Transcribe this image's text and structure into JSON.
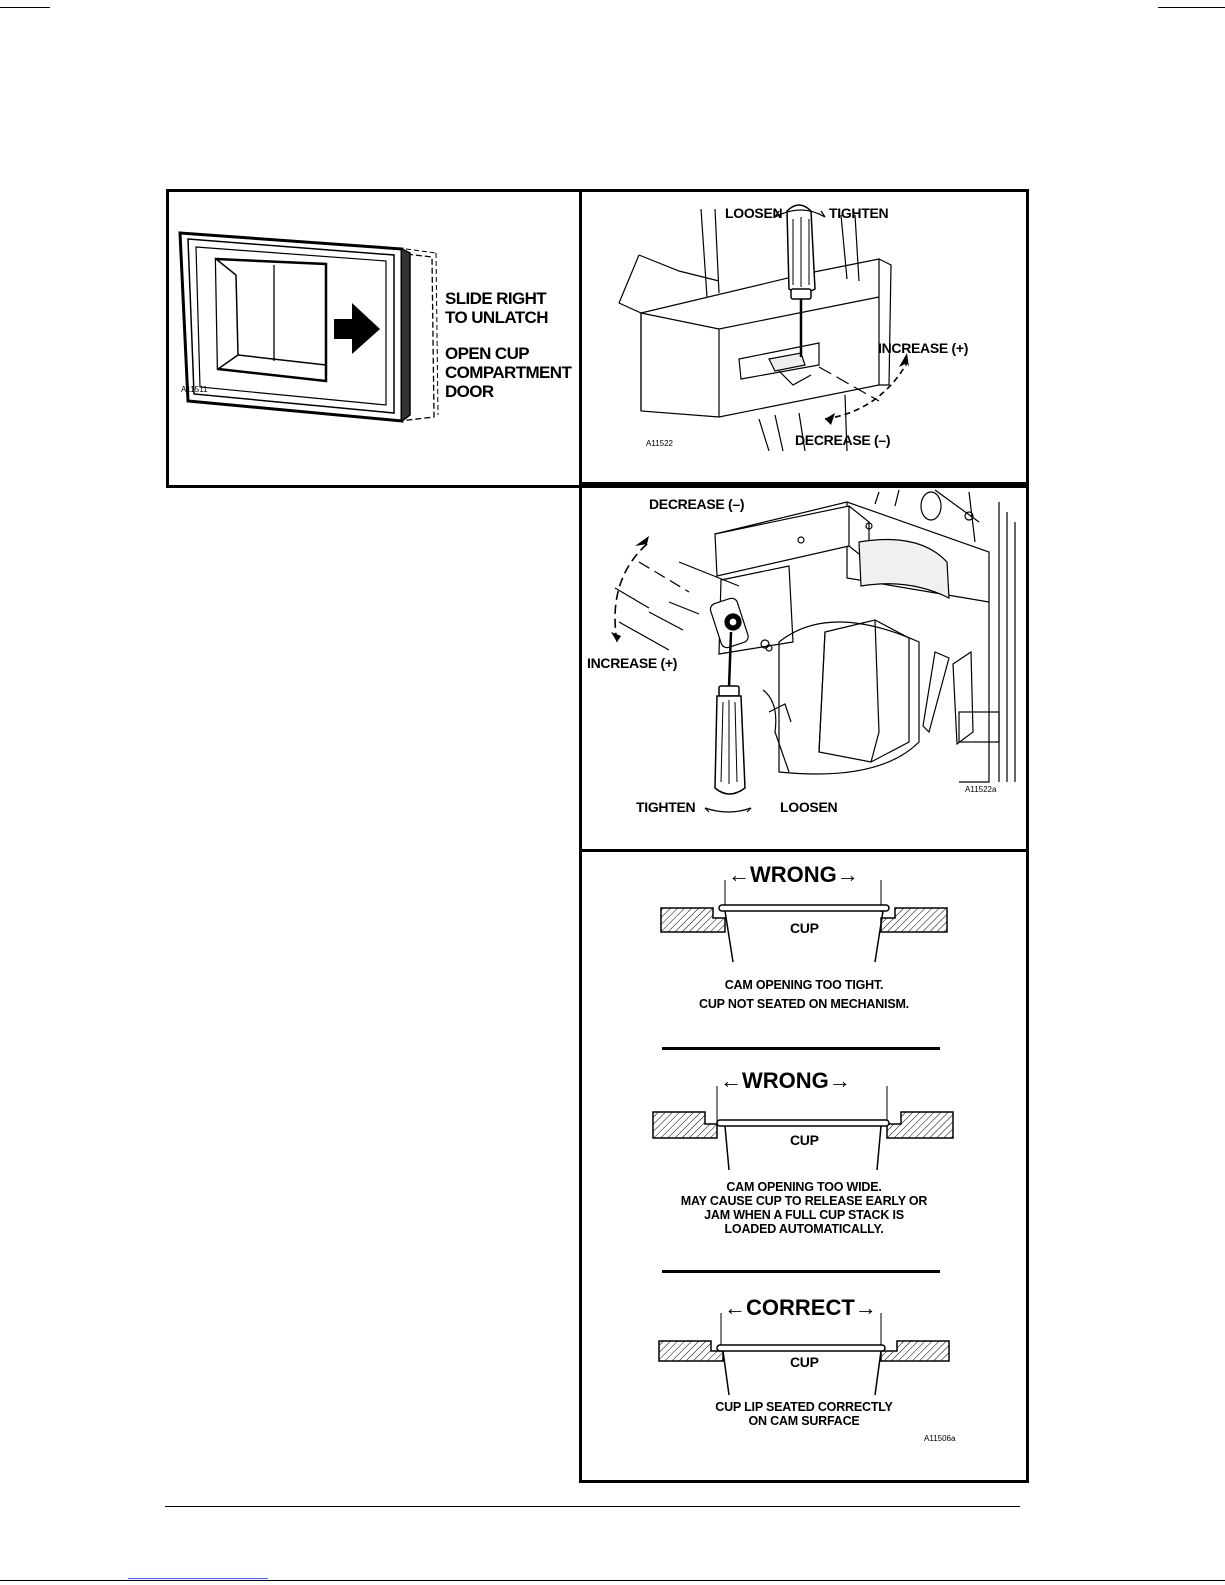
{
  "figure_door": {
    "slide_label": "SLIDE RIGHT\nTO UNLATCH",
    "open_label": "OPEN CUP\nCOMPARTMENT\nDOOR",
    "code": "A11511"
  },
  "figure_top": {
    "loosen": "LOOSEN",
    "tighten": "TIGHTEN",
    "increase": "INCREASE (+)",
    "decrease": "DECREASE (–)",
    "code": "A11522"
  },
  "figure_bottom": {
    "decrease": "DECREASE (–)",
    "increase": "INCREASE (+)",
    "tighten": "TIGHTEN",
    "loosen": "LOOSEN",
    "code": "A11522a"
  },
  "cup_diagrams": {
    "items": [
      {
        "heading": "WRONG",
        "cup": "CUP",
        "caption": "CAM OPENING TOO TIGHT.\nCUP NOT SEATED ON MECHANISM."
      },
      {
        "heading": "WRONG",
        "cup": "CUP",
        "caption": "CAM OPENING TOO WIDE.\nMAY CAUSE CUP TO RELEASE EARLY OR\nJAM WHEN A FULL CUP STACK IS\nLOADED AUTOMATICALLY."
      },
      {
        "heading": "CORRECT",
        "cup": "CUP",
        "caption": "CUP LIP SEATED CORRECTLY\nON CAM SURFACE"
      }
    ],
    "code": "A11506a"
  }
}
